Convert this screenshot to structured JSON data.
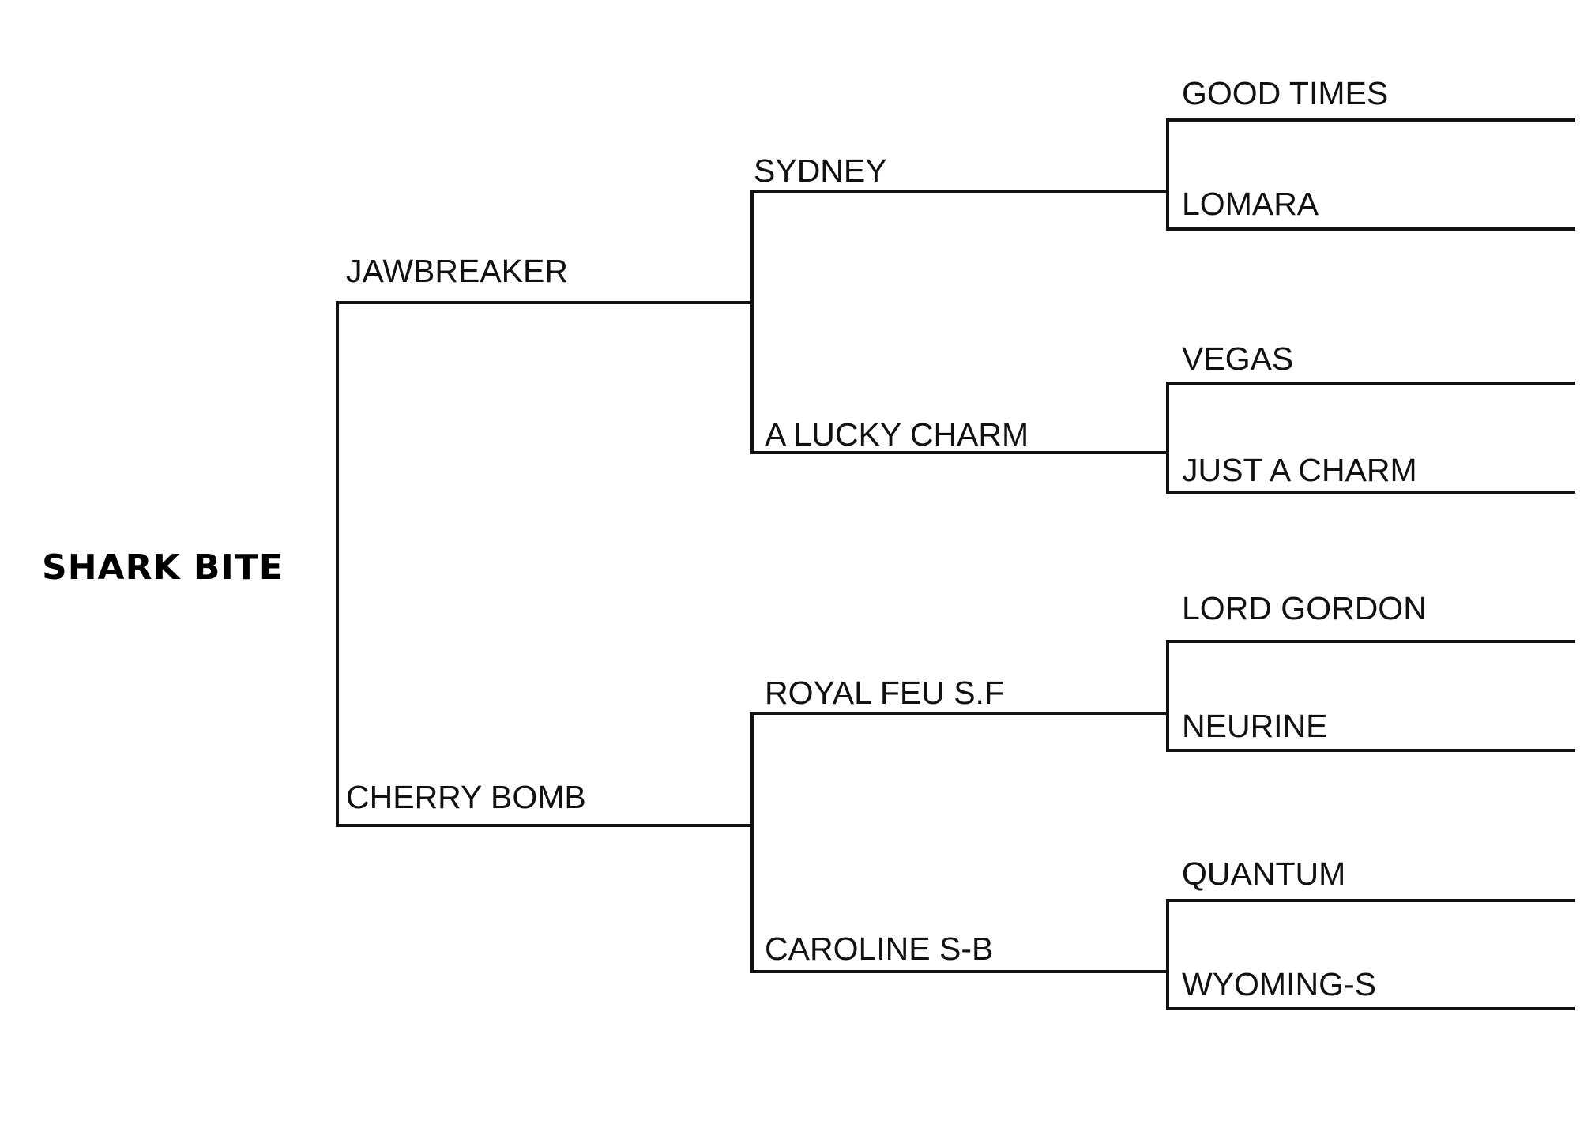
{
  "subject": "SHARK BITE",
  "parents": {
    "sire": "JAWBREAKER",
    "dam": "CHERRY BOMB"
  },
  "grandparents": {
    "sire_sire": "SYDNEY",
    "sire_dam": "A LUCKY CHARM",
    "dam_sire": "ROYAL FEU S.F",
    "dam_dam": "CAROLINE S-B"
  },
  "great_grandparents": {
    "sire_sire_sire": "GOOD TIMES",
    "sire_sire_dam": "LOMARA",
    "sire_dam_sire": "VEGAS",
    "sire_dam_dam": "JUST A CHARM",
    "dam_sire_sire": "LORD GORDON",
    "dam_sire_dam": "NEURINE",
    "dam_dam_sire": "QUANTUM",
    "dam_dam_dam": "WYOMING-S"
  }
}
